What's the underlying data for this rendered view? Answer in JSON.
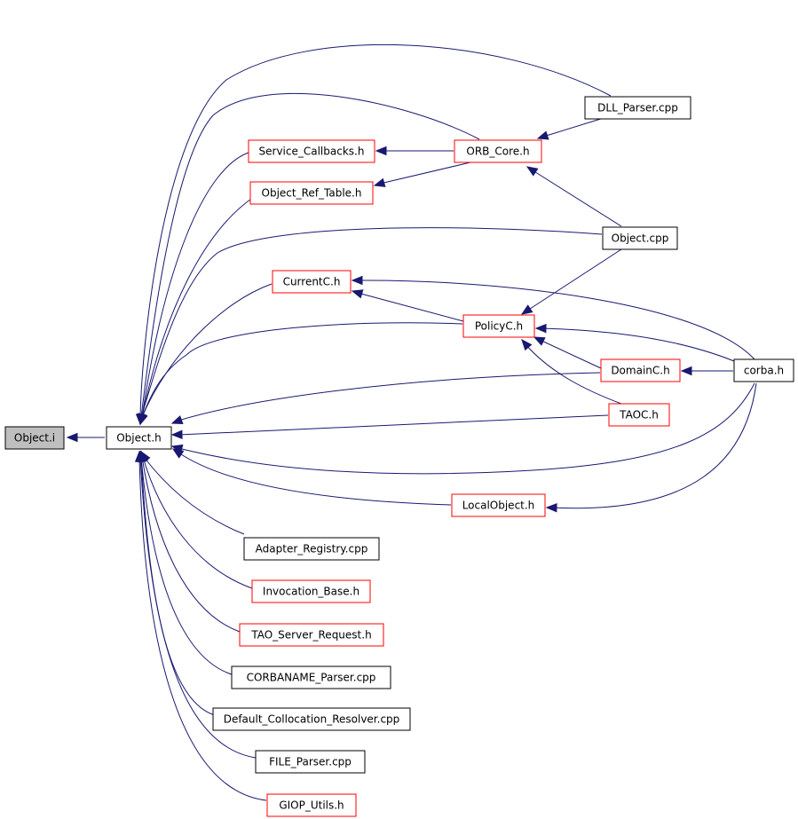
{
  "graph": {
    "edge_color": "#191970",
    "colors": {
      "focus_fill": "#bfbfbf",
      "focus_border": "#000000",
      "fill": "#ffffff",
      "border_black": "#000000",
      "border_red": "#ff0000"
    },
    "nodes": [
      {
        "id": "object_i",
        "label": "Object.i",
        "style": "focus"
      },
      {
        "id": "object_h",
        "label": "Object.h",
        "style": "black"
      },
      {
        "id": "dll_parser",
        "label": "DLL_Parser.cpp",
        "style": "black"
      },
      {
        "id": "service_callbacks",
        "label": "Service_Callbacks.h",
        "style": "red"
      },
      {
        "id": "orb_core",
        "label": "ORB_Core.h",
        "style": "red"
      },
      {
        "id": "object_ref_table",
        "label": "Object_Ref_Table.h",
        "style": "red"
      },
      {
        "id": "object_cpp",
        "label": "Object.cpp",
        "style": "black"
      },
      {
        "id": "currentc",
        "label": "CurrentC.h",
        "style": "red"
      },
      {
        "id": "policyc",
        "label": "PolicyC.h",
        "style": "red"
      },
      {
        "id": "domainc",
        "label": "DomainC.h",
        "style": "red"
      },
      {
        "id": "corba",
        "label": "corba.h",
        "style": "black"
      },
      {
        "id": "taoc",
        "label": "TAOC.h",
        "style": "red"
      },
      {
        "id": "localobject",
        "label": "LocalObject.h",
        "style": "red"
      },
      {
        "id": "adapter_registry",
        "label": "Adapter_Registry.cpp",
        "style": "black"
      },
      {
        "id": "invocation_base",
        "label": "Invocation_Base.h",
        "style": "red"
      },
      {
        "id": "tao_server_request",
        "label": "TAO_Server_Request.h",
        "style": "red"
      },
      {
        "id": "corbaname_parser",
        "label": "CORBANAME_Parser.cpp",
        "style": "black"
      },
      {
        "id": "default_collocation",
        "label": "Default_Collocation_Resolver.cpp",
        "style": "black"
      },
      {
        "id": "file_parser",
        "label": "FILE_Parser.cpp",
        "style": "black"
      },
      {
        "id": "giop_utils",
        "label": "GIOP_Utils.h",
        "style": "red"
      }
    ],
    "edges": [
      {
        "from": "object_h",
        "to": "object_i"
      },
      {
        "from": "dll_parser",
        "to": "object_h"
      },
      {
        "from": "dll_parser",
        "to": "orb_core"
      },
      {
        "from": "service_callbacks",
        "to": "object_h"
      },
      {
        "from": "orb_core",
        "to": "service_callbacks"
      },
      {
        "from": "orb_core",
        "to": "object_h"
      },
      {
        "from": "orb_core",
        "to": "object_ref_table"
      },
      {
        "from": "object_ref_table",
        "to": "object_h"
      },
      {
        "from": "object_cpp",
        "to": "orb_core"
      },
      {
        "from": "object_cpp",
        "to": "object_h"
      },
      {
        "from": "object_cpp",
        "to": "policyc"
      },
      {
        "from": "currentc",
        "to": "object_h"
      },
      {
        "from": "policyc",
        "to": "currentc"
      },
      {
        "from": "corba",
        "to": "currentc"
      },
      {
        "from": "policyc",
        "to": "object_h"
      },
      {
        "from": "domainc",
        "to": "policyc"
      },
      {
        "from": "corba",
        "to": "policyc"
      },
      {
        "from": "taoc",
        "to": "policyc"
      },
      {
        "from": "corba",
        "to": "domainc"
      },
      {
        "from": "domainc",
        "to": "object_h"
      },
      {
        "from": "taoc",
        "to": "object_h"
      },
      {
        "from": "corba",
        "to": "object_h"
      },
      {
        "from": "corba",
        "to": "localobject"
      },
      {
        "from": "localobject",
        "to": "object_h"
      },
      {
        "from": "adapter_registry",
        "to": "object_h"
      },
      {
        "from": "invocation_base",
        "to": "object_h"
      },
      {
        "from": "tao_server_request",
        "to": "object_h"
      },
      {
        "from": "corbaname_parser",
        "to": "object_h"
      },
      {
        "from": "default_collocation",
        "to": "object_h"
      },
      {
        "from": "file_parser",
        "to": "object_h"
      },
      {
        "from": "giop_utils",
        "to": "object_h"
      }
    ]
  }
}
